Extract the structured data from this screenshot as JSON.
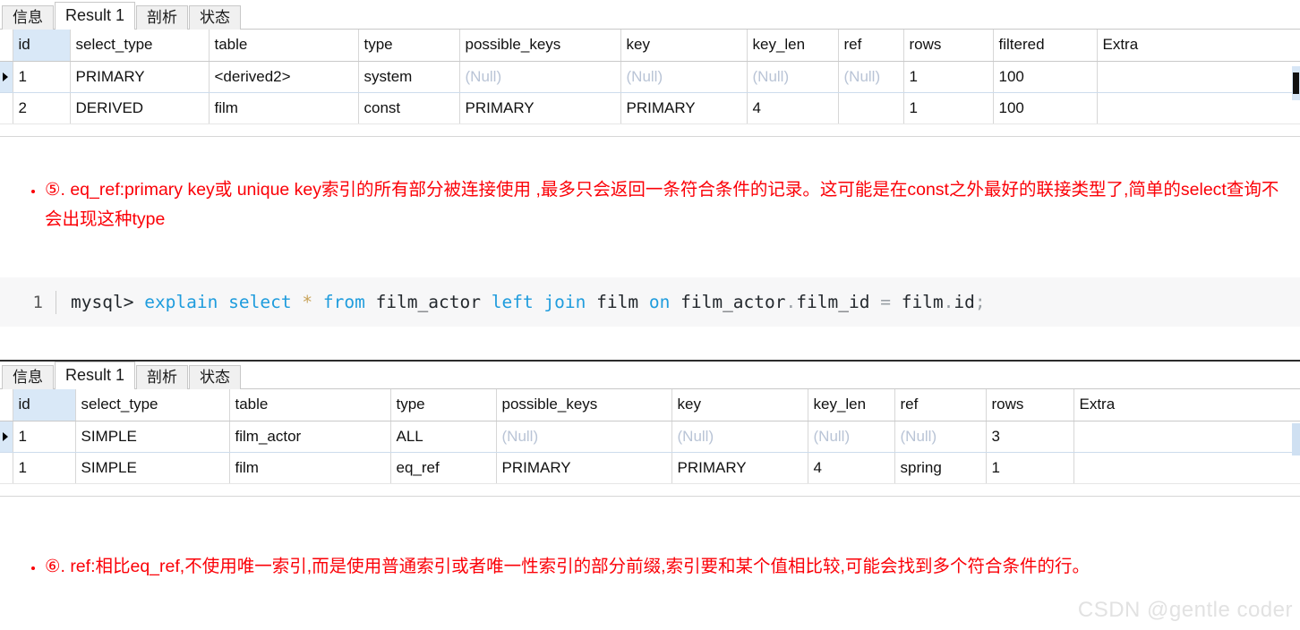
{
  "result1": {
    "tabs": [
      {
        "label": "信息",
        "active": false
      },
      {
        "label": "Result 1",
        "active": true
      },
      {
        "label": "剖析",
        "active": false
      },
      {
        "label": "状态",
        "active": false
      }
    ],
    "columns": [
      "id",
      "select_type",
      "table",
      "type",
      "possible_keys",
      "key",
      "key_len",
      "ref",
      "rows",
      "filtered",
      "Extra"
    ],
    "rows": [
      {
        "selected": true,
        "cells": [
          "1",
          "PRIMARY",
          "<derived2>",
          "system",
          "(Null)",
          "(Null)",
          "(Null)",
          "(Null)",
          "1",
          "100",
          ""
        ]
      },
      {
        "selected": false,
        "cells": [
          "2",
          "DERIVED",
          "film",
          "const",
          "PRIMARY",
          "PRIMARY",
          "4",
          "",
          "1",
          "100",
          ""
        ]
      }
    ]
  },
  "note1": {
    "bullet": "⑤. eq_ref:primary key或 unique key索引的所有部分被连接使用 ,最多只会返回一条符合条件的记录。这可能是在const之外最好的联接类型了,简单的select查询不会出现这种type"
  },
  "code": {
    "lineno": "1",
    "prompt": "mysql>",
    "tokens": [
      {
        "t": "explain",
        "c": "kw"
      },
      {
        "t": " ",
        "c": "op"
      },
      {
        "t": "select",
        "c": "kw"
      },
      {
        "t": " ",
        "c": "op"
      },
      {
        "t": "*",
        "c": "star"
      },
      {
        "t": " ",
        "c": "op"
      },
      {
        "t": "from",
        "c": "kw"
      },
      {
        "t": " ",
        "c": "op"
      },
      {
        "t": "film_actor",
        "c": "op"
      },
      {
        "t": " ",
        "c": "op"
      },
      {
        "t": "left",
        "c": "kw"
      },
      {
        "t": " ",
        "c": "op"
      },
      {
        "t": "join",
        "c": "kw"
      },
      {
        "t": " ",
        "c": "op"
      },
      {
        "t": "film",
        "c": "op"
      },
      {
        "t": " ",
        "c": "op"
      },
      {
        "t": "on",
        "c": "kw"
      },
      {
        "t": " ",
        "c": "op"
      },
      {
        "t": "film_actor",
        "c": "op"
      },
      {
        "t": ".",
        "c": "punct"
      },
      {
        "t": "film_id",
        "c": "op"
      },
      {
        "t": " ",
        "c": "op"
      },
      {
        "t": "=",
        "c": "punct"
      },
      {
        "t": " ",
        "c": "op"
      },
      {
        "t": "film",
        "c": "op"
      },
      {
        "t": ".",
        "c": "punct"
      },
      {
        "t": "id",
        "c": "op"
      },
      {
        "t": ";",
        "c": "punct"
      }
    ],
    "full_text": "mysql> explain select * from film_actor left join film on film_actor.film_id = film.id;"
  },
  "result2": {
    "tabs": [
      {
        "label": "信息",
        "active": false
      },
      {
        "label": "Result 1",
        "active": true
      },
      {
        "label": "剖析",
        "active": false
      },
      {
        "label": "状态",
        "active": false
      }
    ],
    "columns": [
      "id",
      "select_type",
      "table",
      "type",
      "possible_keys",
      "key",
      "key_len",
      "ref",
      "rows",
      "Extra"
    ],
    "rows": [
      {
        "selected": true,
        "cells": [
          "1",
          "SIMPLE",
          "film_actor",
          "ALL",
          "(Null)",
          "(Null)",
          "(Null)",
          "(Null)",
          "3",
          ""
        ]
      },
      {
        "selected": false,
        "cells": [
          "1",
          "SIMPLE",
          "film",
          "eq_ref",
          "PRIMARY",
          "PRIMARY",
          "4",
          "spring",
          "1",
          ""
        ]
      }
    ]
  },
  "note2": {
    "bullet": "⑥. ref:相比eq_ref,不使用唯一索引,而是使用普通索引或者唯一性索引的部分前缀,索引要和某个值相比较,可能会找到多个符合条件的行。"
  },
  "watermark": {
    "text": "CSDN @gentle coder"
  },
  "colors": {
    "note_red": "#fb0007",
    "header_id_bg": "#d9e8f7",
    "null_gray": "#b9c4d6",
    "code_bg": "#f7f7f8",
    "keyword_blue": "#1f9cdd"
  }
}
